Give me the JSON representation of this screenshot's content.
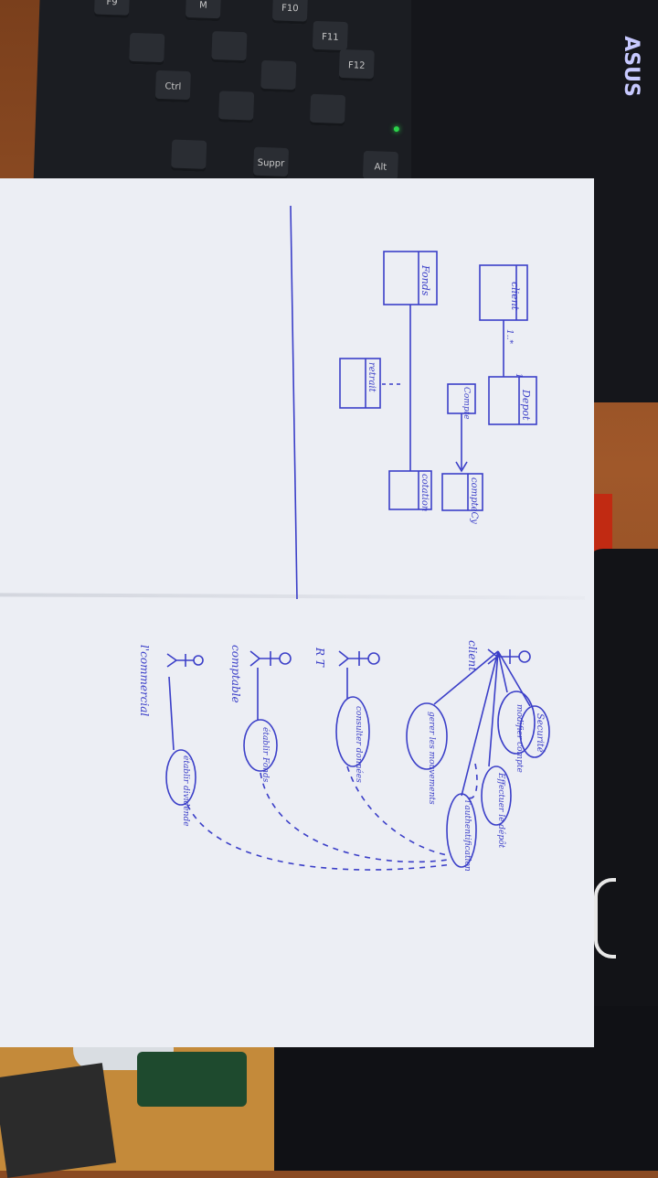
{
  "photo": {
    "subject": "hand-drawn UML diagrams on paper",
    "keyboard_keys": [
      "F9",
      "M",
      "F10",
      "F11",
      "F12",
      "Ctrl",
      "Suppr",
      "Alt"
    ],
    "mousepad_brand": "ASUS"
  },
  "class_diagram": {
    "classes": [
      "client",
      "Depot",
      "Compte",
      "compteCy",
      "Fonds",
      "cotation",
      "retrait"
    ],
    "multiplicity": [
      "1..*",
      "1"
    ]
  },
  "use_case_diagram": {
    "actors": [
      "client",
      "R T",
      "comptable",
      "l'commercial"
    ],
    "use_cases": [
      "Securité",
      "modifier compte",
      "Effectuer le dépôt",
      "gerer les mouvements",
      "l'authentification",
      "consulter données",
      "établir Fonds",
      "établir dividende"
    ]
  },
  "colors": {
    "ink": "#3b3fc8",
    "paper": "#eceef4",
    "desk": "#8a4a22"
  }
}
